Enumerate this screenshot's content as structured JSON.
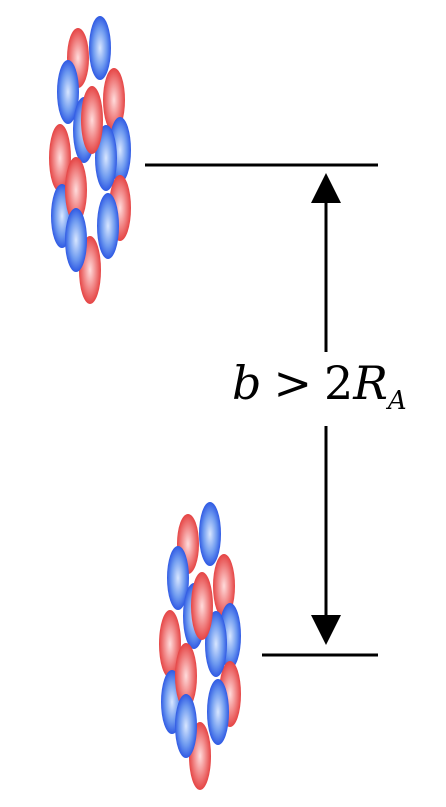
{
  "label": {
    "b": "b",
    "op": ">",
    "coef": "2",
    "R": "R",
    "sub": "A"
  }
}
